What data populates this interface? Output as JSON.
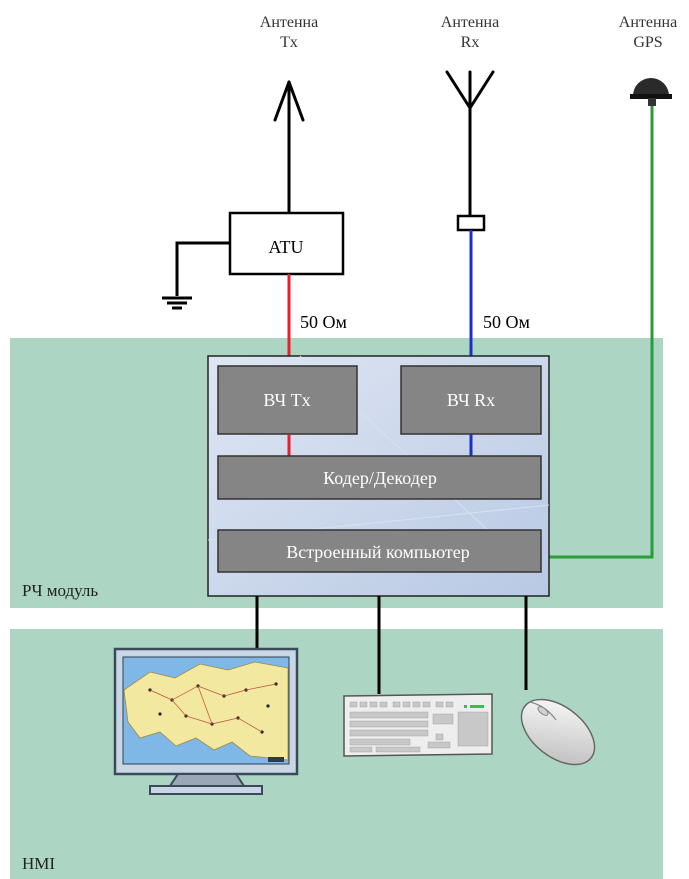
{
  "antennas": {
    "tx": {
      "line1": "Антенна",
      "line2": "Tx"
    },
    "rx": {
      "line1": "Антенна",
      "line2": "Rx"
    },
    "gps": {
      "line1": "Антенна",
      "line2": "GPS"
    }
  },
  "atu_label": "ATU",
  "impedance": {
    "tx": "50 Ом",
    "rx": "50 Ом"
  },
  "rf_module": {
    "label": "РЧ модуль",
    "blocks": {
      "hf_tx": "ВЧ Tx",
      "hf_rx": "ВЧ Rx",
      "codec": "Кодер/Декодер",
      "computer": "Встроенный компьютер"
    }
  },
  "hmi": {
    "label": "HMI"
  },
  "colors": {
    "panel_green": "#acd6c3",
    "module_blue": "#c6d3e9",
    "block_gray": "#858585",
    "tx_line": "#e8202a",
    "rx_line": "#1c30c8",
    "gps_line": "#2a9a3a",
    "wire": "#000000"
  }
}
